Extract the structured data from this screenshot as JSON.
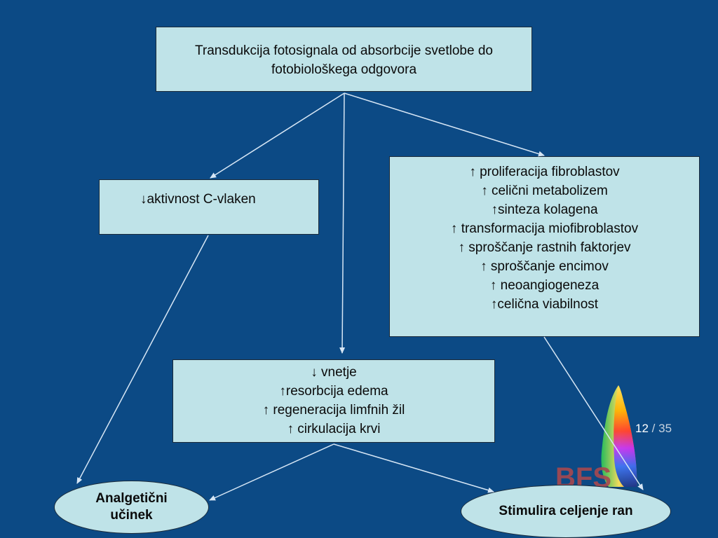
{
  "nodes": {
    "top": {
      "lines": [
        "Transdukcija fotosignala od absorbcije svetlobe do",
        "fotobiološkega odgovora"
      ]
    },
    "left": {
      "lines": [
        "↓aktivnost C-vlaken"
      ]
    },
    "right": {
      "lines": [
        "↑ proliferacija fibroblastov",
        "↑ celični metabolizem",
        "↑sinteza kolagena",
        "↑ transformacija miofibroblastov",
        "↑ sproščanje rastnih faktorjev",
        "↑ sproščanje encimov",
        "↑ neoangiogeneza",
        "↑celična viabilnost"
      ]
    },
    "bottom": {
      "lines": [
        "↓ vnetje",
        "↑resorbcija edema",
        "↑ regeneracija limfnih žil",
        "↑ cirkulacija krvi"
      ]
    },
    "outcome_left": {
      "lines": [
        "Analgetični",
        "učinek"
      ]
    },
    "outcome_right": {
      "lines": [
        "Stimulira celjenje ran"
      ]
    }
  },
  "edges": [
    [
      "top",
      "left"
    ],
    [
      "top",
      "bottom"
    ],
    [
      "top",
      "right"
    ],
    [
      "left",
      "outcome_left"
    ],
    [
      "bottom",
      "outcome_left"
    ],
    [
      "bottom",
      "outcome_right"
    ],
    [
      "right",
      "outcome_right"
    ]
  ],
  "page": {
    "current": "12",
    "separator": "/",
    "total": "35"
  },
  "logo": {
    "letters": "BFS",
    "icon": "spectrum-flame-logo"
  },
  "colors": {
    "background": "#0c4a85",
    "box_fill": "#bfe3e8",
    "arrow": "#d6e6f5"
  }
}
